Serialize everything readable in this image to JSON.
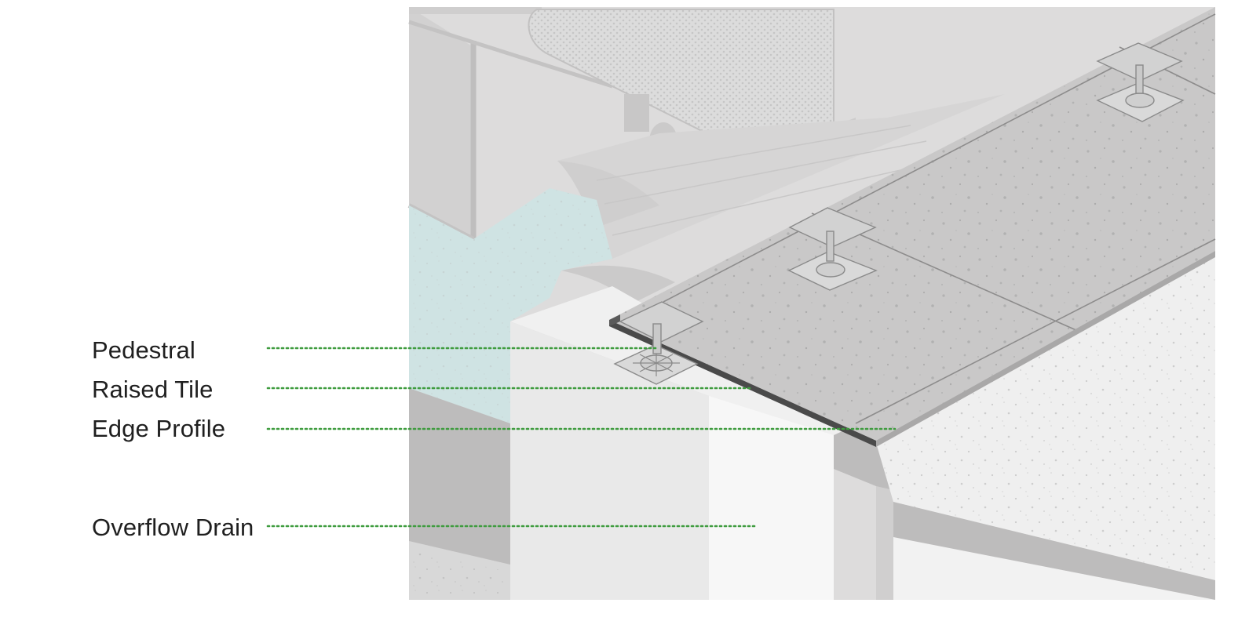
{
  "callouts": [
    {
      "label": "Pedestral"
    },
    {
      "label": "Raised Tile"
    },
    {
      "label": "Edge Profile"
    },
    {
      "label": "Overflow Drain"
    }
  ],
  "colors": {
    "leader_line": "#3f9c3f",
    "label_text": "#1f1f1f",
    "paving": "#c9c8c8",
    "concrete_wall": "#bdbcbc",
    "water": "#cfe3e3",
    "sky_background": "#dddcdc"
  }
}
